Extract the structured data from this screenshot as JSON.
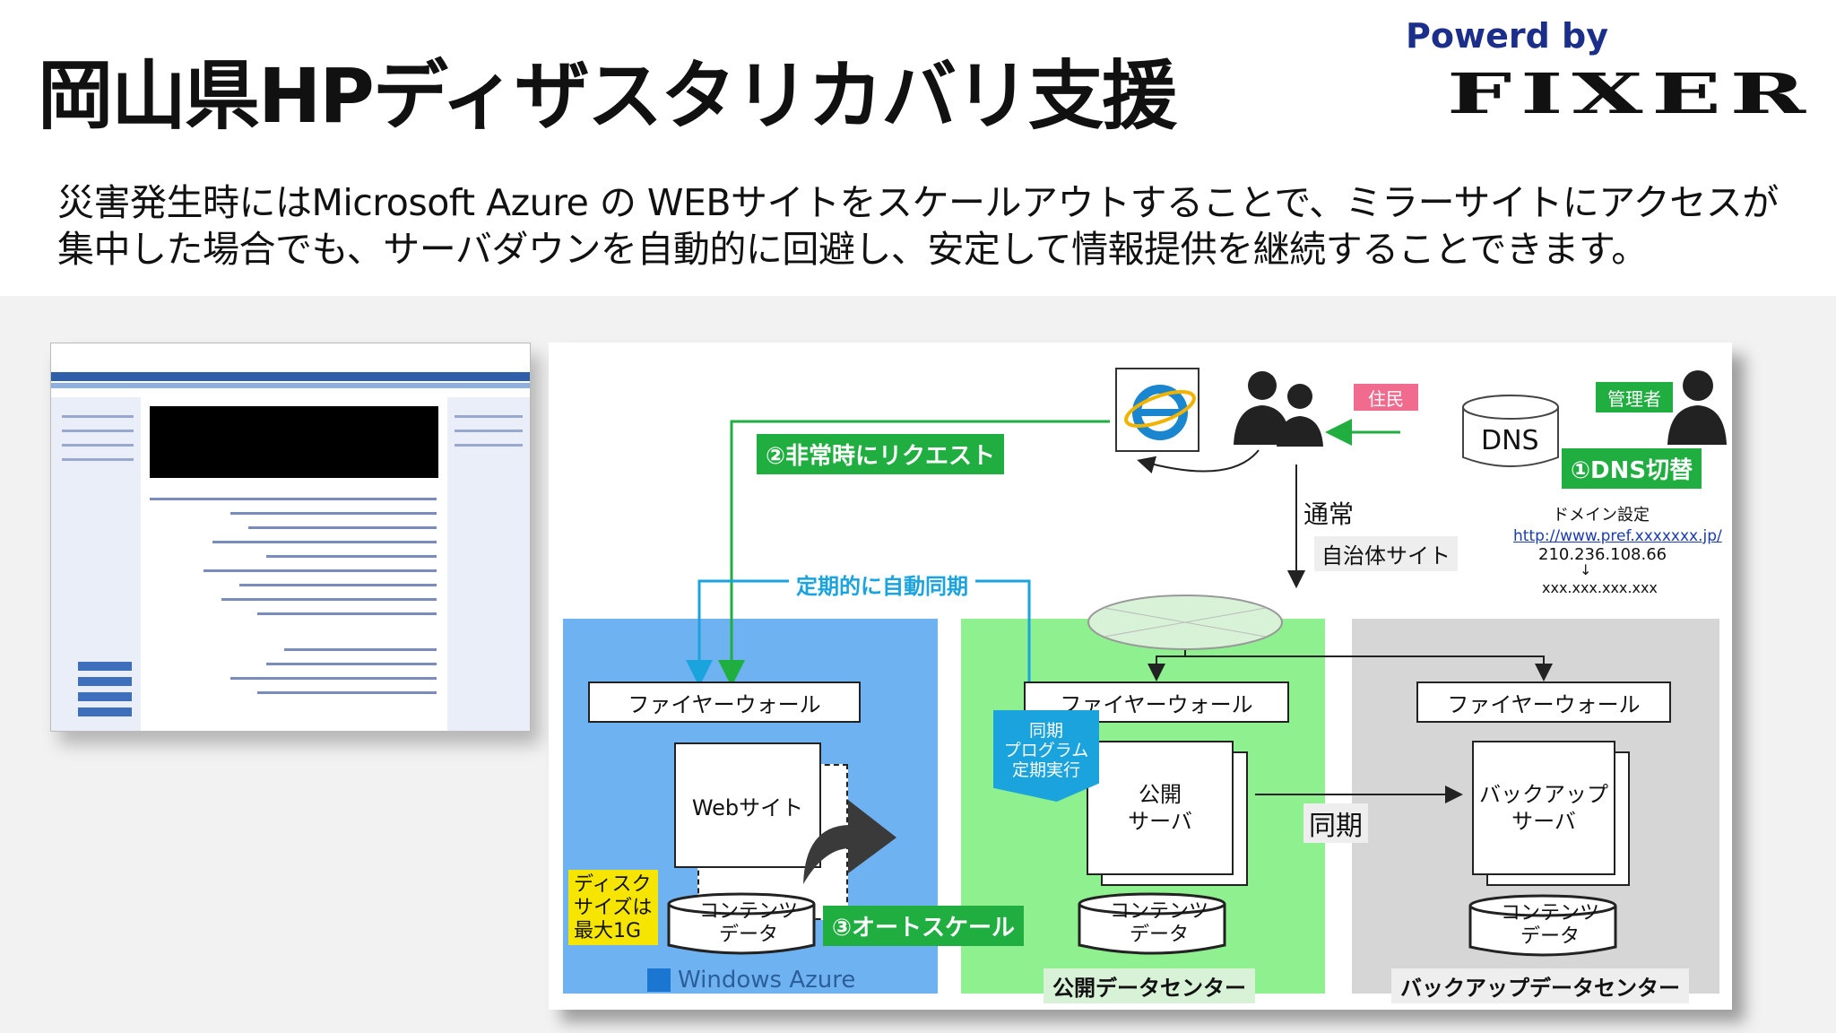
{
  "title": "岡山県HPディザスタリカバリ支援",
  "powered_by": "Powerd by",
  "logo_text": "FIXER",
  "description": "災害発生時にはMicrosoft Azure の WEBサイトをスケールアウトすることで、ミラーサイトにアクセスが集中した場合でも、サーバダウンを自動的に回避し、安定して情報提供を継続することできます。",
  "diagram": {
    "resident": "住民",
    "admin": "管理者",
    "dns": "DNS",
    "dns_switch": "①DNS切替",
    "request": "②非常時にリクエスト",
    "normal": "通常",
    "local_site": "自治体サイト",
    "domain_setting": "ドメイン設定",
    "domain_url": "http://www.pref.xxxxxxx.jp/",
    "ip_address": "210.236.108.66",
    "arrow_down": "↓",
    "ip_masked": "xxx.xxx.xxx.xxx",
    "periodic_sync": "定期的に自動同期",
    "firewall": "ファイヤーウォール",
    "web_site": "Webサイト",
    "disk_size": "ディスク\nサイズは\n最大1G",
    "content_data": "コンテンツ\nデータ",
    "autoscale": "③オートスケール",
    "windows_azure": "Windows Azure",
    "sync_program": "同期\nプログラム\n定期実行",
    "public_server": "公開\nサーバ",
    "sync": "同期",
    "backup_server": "バックアップ\nサーバ",
    "public_dc": "公開データセンター",
    "backup_dc": "バックアップデータセンター"
  },
  "colors": {
    "azure_zone": "#6fb2f2",
    "public_zone": "#8ef08e",
    "backup_zone": "#d6d6d6",
    "label_green": "#1fae3f",
    "label_pink": "#f06b8e",
    "sync_blue": "#1aa3dd",
    "title_blue": "#1a2e8a"
  }
}
